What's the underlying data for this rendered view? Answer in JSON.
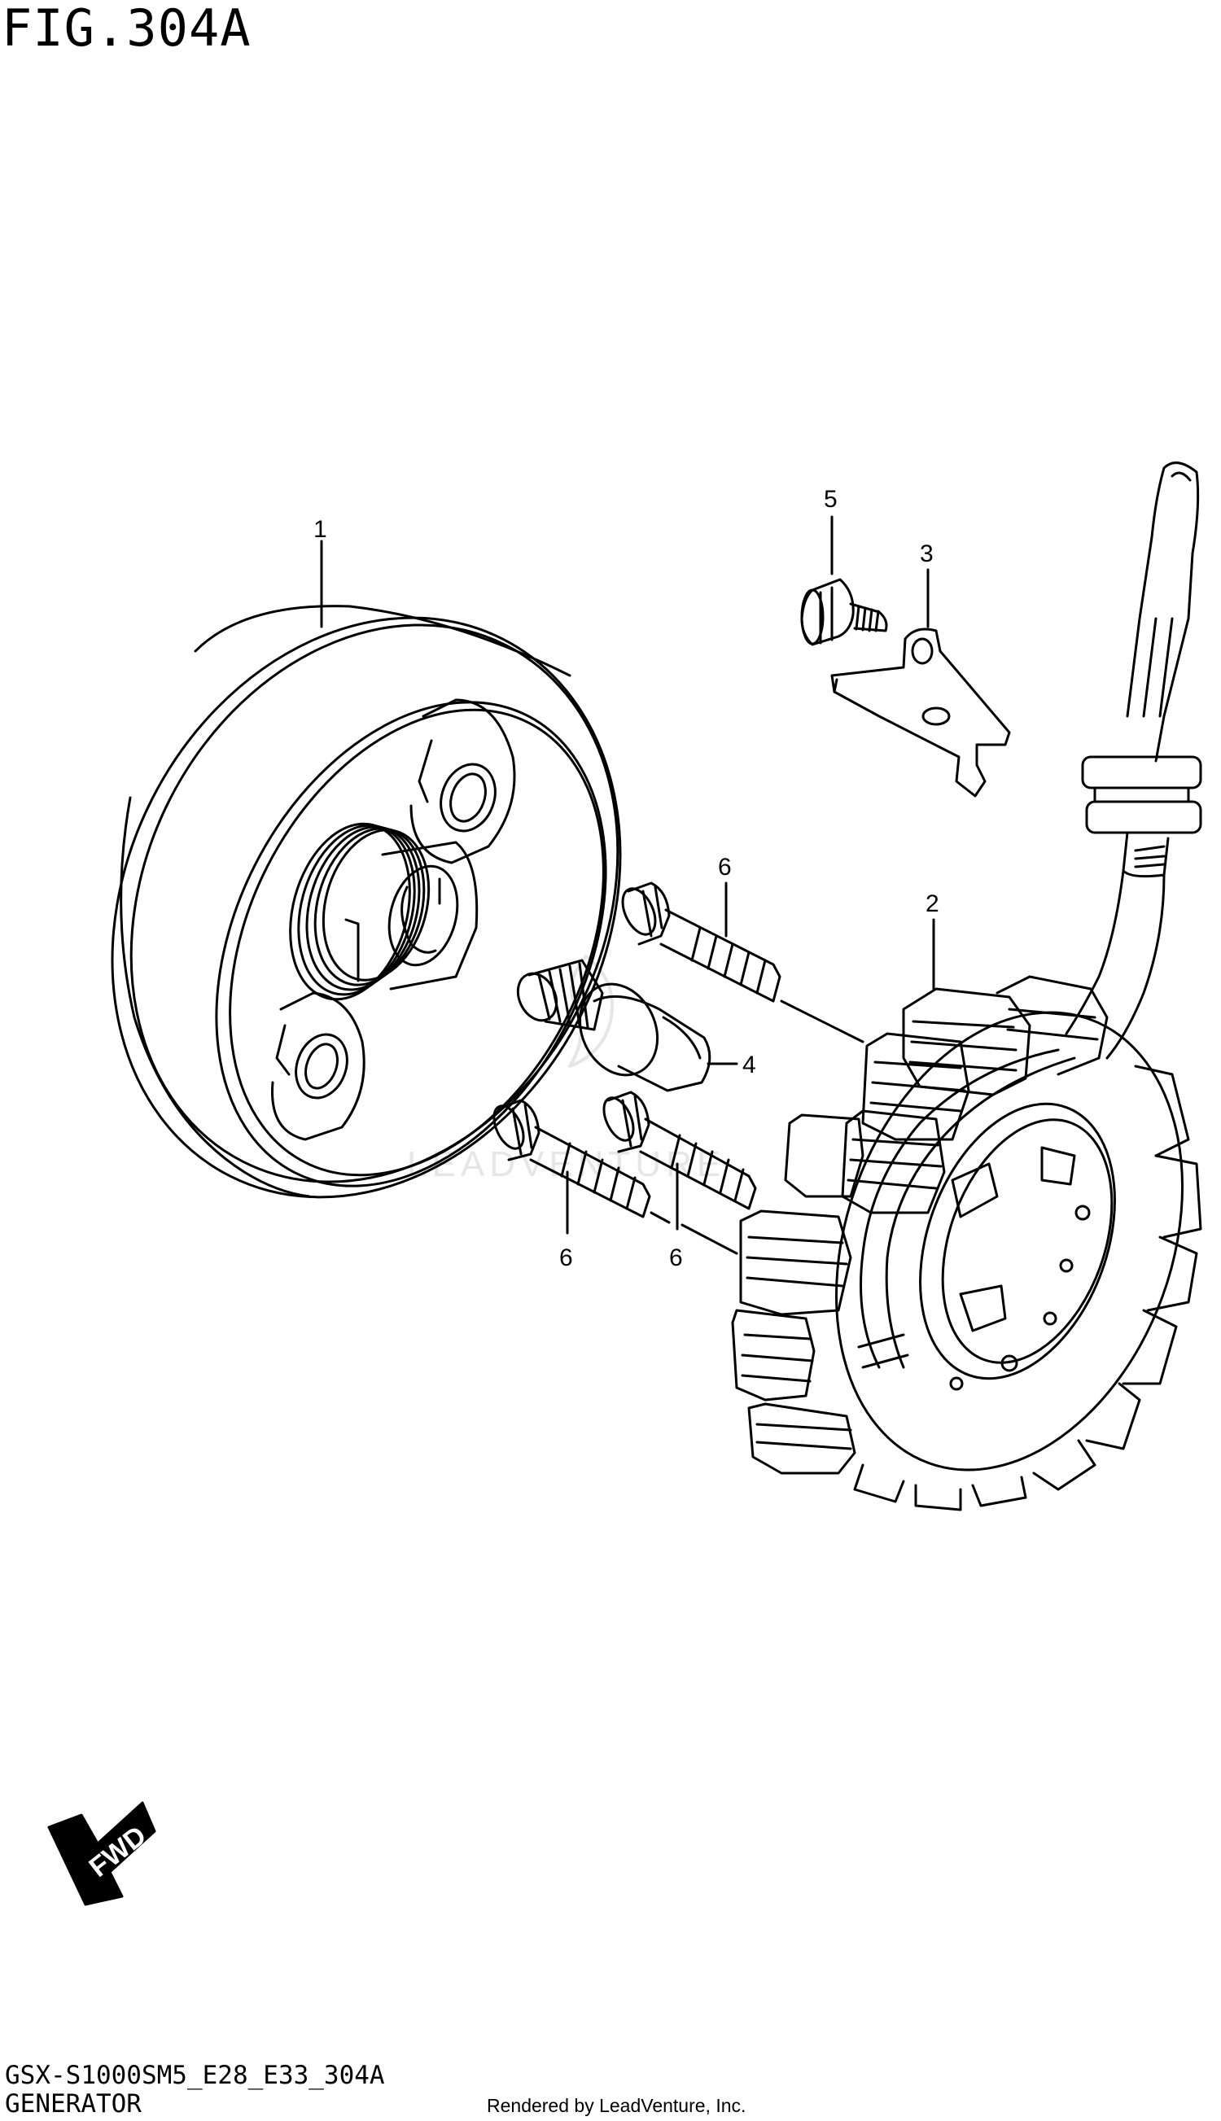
{
  "figure": {
    "title": "FIG.304A",
    "code": "GSX-S1000SM5_E28_E33_304A",
    "group": "GENERATOR",
    "credit": "Rendered by LeadVenture, Inc."
  },
  "callouts": [
    {
      "id": "rotor",
      "number": "1"
    },
    {
      "id": "stator",
      "number": "2"
    },
    {
      "id": "bracket",
      "number": "3"
    },
    {
      "id": "rotor-bolt",
      "number": "4"
    },
    {
      "id": "bracket-bolt",
      "number": "5"
    },
    {
      "id": "stator-bolt-upper",
      "number": "6"
    },
    {
      "id": "stator-bolt-lower-left",
      "number": "6"
    },
    {
      "id": "stator-bolt-lower-right",
      "number": "6"
    }
  ],
  "fwd_badge": {
    "label": "FWD"
  },
  "watermark": {
    "text": "LEADVENTURE"
  },
  "colors": {
    "ink": "#000000",
    "paper": "#ffffff",
    "watermark": "#e6e6e6"
  }
}
